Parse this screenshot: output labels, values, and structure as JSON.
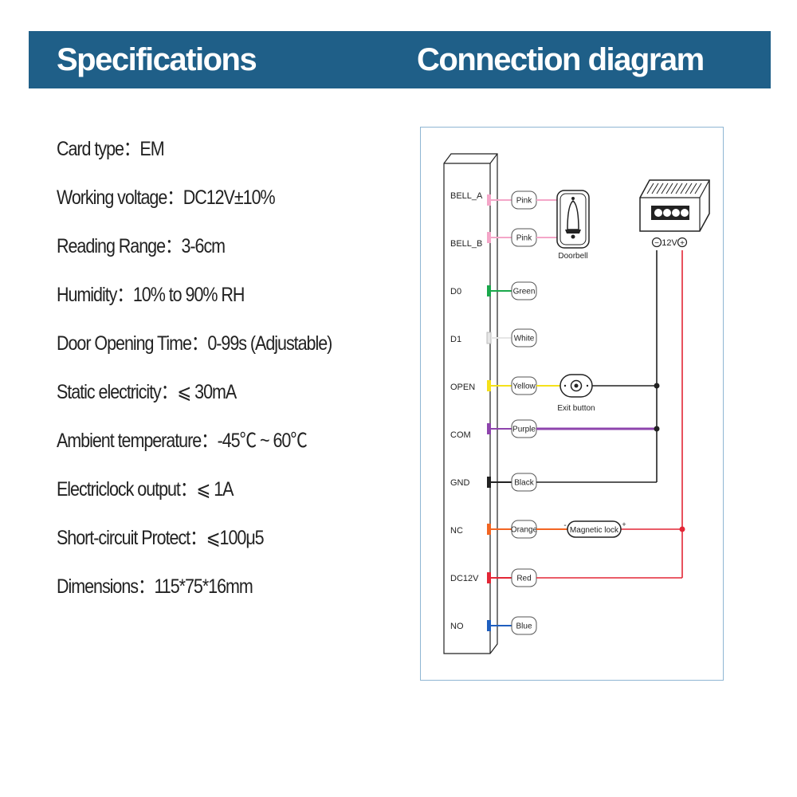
{
  "header": {
    "specifications_title": "Specifications",
    "connection_title": "Connection diagram"
  },
  "specs": [
    "Card type：EM",
    "Working voltage：DC12V±10%",
    "Reading Range：3-6cm",
    "Humidity：10% to 90% RH",
    "Door Opening Time：0-99s (Adjustable)",
    "Static electricity：⩽ 30mA",
    "Ambient temperature：-45℃ ~ 60℃",
    "Electriclock output：⩽ 1A",
    "Short-circuit  Protect：⩽100μ5",
    "Dimensions：115*75*16mm"
  ],
  "terminals": [
    {
      "label": "BELL_A",
      "wire": "Pink",
      "color": "#f4a6c8"
    },
    {
      "label": "BELL_B",
      "wire": "Pink",
      "color": "#f4a6c8"
    },
    {
      "label": "D0",
      "wire": "Green",
      "color": "#1aa84b"
    },
    {
      "label": "D1",
      "wire": "White",
      "color": "#e6e6e6"
    },
    {
      "label": "OPEN",
      "wire": "Yellow",
      "color": "#f5e11a"
    },
    {
      "label": "COM",
      "wire": "Purple",
      "color": "#8e44ad"
    },
    {
      "label": "GND",
      "wire": "Black",
      "color": "#222222"
    },
    {
      "label": "NC",
      "wire": "Orange",
      "color": "#f26522"
    },
    {
      "label": "DC12V",
      "wire": "Red",
      "color": "#e32636"
    },
    {
      "label": "NO",
      "wire": "Blue",
      "color": "#1f5fbf"
    }
  ],
  "devices": {
    "doorbell": "Doorbell",
    "exit_button": "Exit button",
    "magnetic_lock": "Magnetic lock",
    "power_supply": "12V",
    "minus": "−",
    "plus": "+"
  }
}
